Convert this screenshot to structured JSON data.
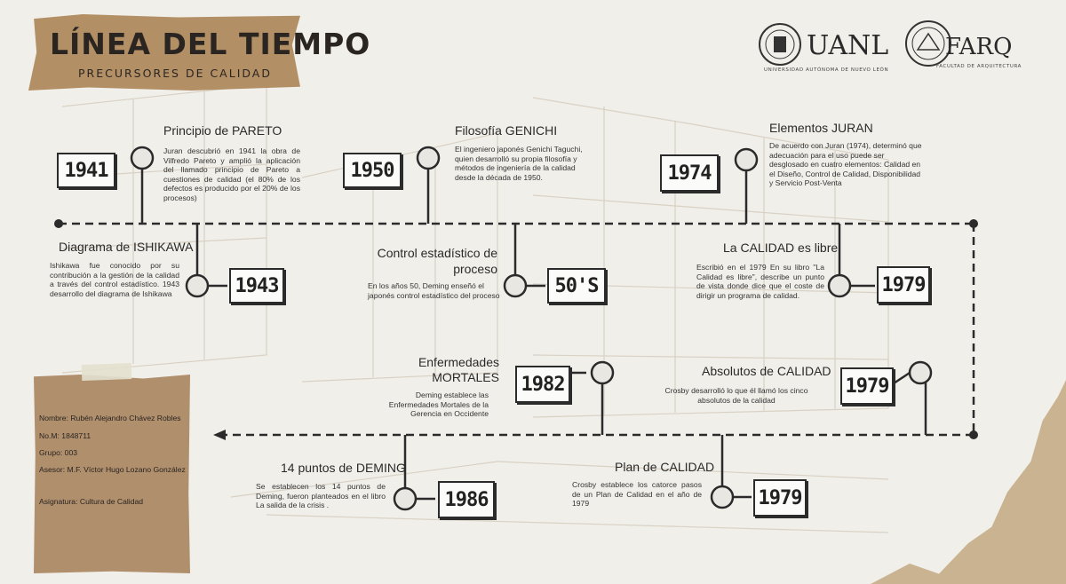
{
  "header": {
    "title": "LÍNEA DEL TIEMPO",
    "subtitle": "PRECURSORES DE CALIDAD"
  },
  "logos": {
    "uanl": {
      "name": "UANL",
      "tagline": "UNIVERSIDAD AUTÓNOMA DE NUEVO LEÓN"
    },
    "farq": {
      "name": "FARQ",
      "tagline": "FACULTAD DE ARQUITECTURA"
    }
  },
  "events": [
    {
      "id": "pareto",
      "year": "1941",
      "title": "Principio de PARETO",
      "text": "Juran descubrió en 1941 la obra de Vilfredo Pareto y amplió la aplicación del llamado principio de Pareto a cuestiones de calidad (el 80% de los defectos es producido por el 20% de los procesos)"
    },
    {
      "id": "genichi",
      "year": "1950",
      "title": "Filosofía GENICHI",
      "text": "El ingeniero japonés Genichi Taguchi, quien desarrolló su propia filosofía y métodos de ingeniería de la calidad desde la década de 1950."
    },
    {
      "id": "juran",
      "year": "1974",
      "title": "Elementos JURAN",
      "text": "De acuerdo con Juran (1974), determinó que adecuación para el uso puede ser desglosado en cuatro elementos: Calidad en el Diseño, Control de Calidad, Disponibilidad y Servicio Post-Venta"
    },
    {
      "id": "ishikawa",
      "year": "1943",
      "title": "Diagrama de ISHIKAWA",
      "text": "Ishikawa fue conocido por su contribución a la gestión de la calidad a través del control estadístico. 1943 desarrollo del diagrama de Ishikawa"
    },
    {
      "id": "control",
      "year": "50'S",
      "title": "Control estadístico de proceso",
      "text": "En los años 50, Deming enseñó el japonés control estadístico del proceso"
    },
    {
      "id": "libre",
      "year": "1979",
      "title": "La CALIDAD es libre",
      "text": "Escribió en el 1979 En su libro \"La Calidad es libre\", describe un punto de vista donde dice que el coste de dirigir un programa de calidad."
    },
    {
      "id": "mortales",
      "year": "1982",
      "title": "Enfermedades MORTALES",
      "text": "Deming establece las Enfermedades Mortales de la Gerencia en Occidente"
    },
    {
      "id": "absolutos",
      "year": "1979",
      "title": "Absolutos de CALIDAD",
      "text": "Crosby desarrolló lo que él llamó los cinco absolutos de la calidad"
    },
    {
      "id": "deming",
      "year": "1986",
      "title": "14 puntos de DEMING",
      "text": "Se establecen los 14 puntos de Deming, fueron planteados en el libro La salida de la crisis ."
    },
    {
      "id": "plan",
      "year": "1979",
      "title": "Plan de CALIDAD",
      "text": "Crosby establece los catorce pasos de un Plan de Calidad en el año de 1979"
    }
  ],
  "student": {
    "name": "Nombre: Rubén Alejandro Chávez Robles",
    "matricula": "No.M: 1848711",
    "grupo": "Grupo: 003",
    "asesor": "Asesor: M.F. Víctor Hugo Lozano González",
    "asignatura": "Asignatura: Cultura de Calidad"
  }
}
